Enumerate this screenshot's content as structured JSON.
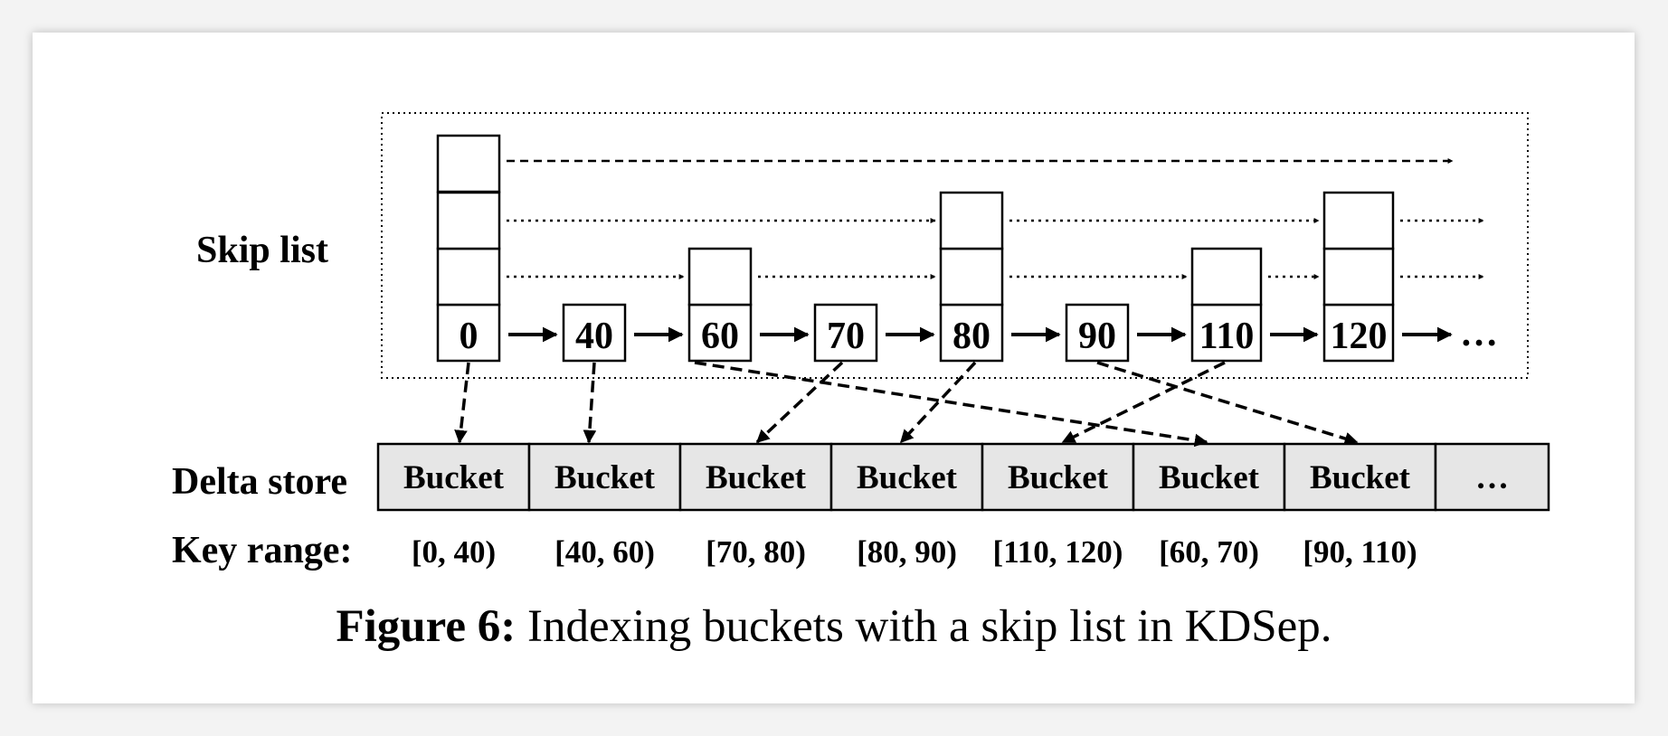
{
  "labels": {
    "skip_list": "Skip list",
    "delta_store": "Delta store",
    "key_range": "Key range:"
  },
  "skip_list": {
    "nodes": [
      {
        "key": "0",
        "height": 4
      },
      {
        "key": "40",
        "height": 1
      },
      {
        "key": "60",
        "height": 2
      },
      {
        "key": "70",
        "height": 1
      },
      {
        "key": "80",
        "height": 3
      },
      {
        "key": "90",
        "height": 1
      },
      {
        "key": "110",
        "height": 2
      },
      {
        "key": "120",
        "height": 3
      }
    ],
    "tail": "…"
  },
  "delta_store": {
    "buckets": [
      {
        "label": "Bucket",
        "range": "[0, 40)"
      },
      {
        "label": "Bucket",
        "range": "[40, 60)"
      },
      {
        "label": "Bucket",
        "range": "[70, 80)"
      },
      {
        "label": "Bucket",
        "range": "[80, 90)"
      },
      {
        "label": "Bucket",
        "range": "[110, 120)"
      },
      {
        "label": "Bucket",
        "range": "[60, 70)"
      },
      {
        "label": "Bucket",
        "range": "[90, 110)"
      }
    ],
    "tail": "…"
  },
  "mapping": [
    {
      "node": "0",
      "bucket": 0
    },
    {
      "node": "40",
      "bucket": 1
    },
    {
      "node": "60",
      "bucket": 5
    },
    {
      "node": "70",
      "bucket": 2
    },
    {
      "node": "80",
      "bucket": 3
    },
    {
      "node": "90",
      "bucket": 6
    },
    {
      "node": "110",
      "bucket": 4
    }
  ],
  "caption": {
    "label": "Figure 6:",
    "text": " Indexing buckets with a skip list in KDSep."
  },
  "colors": {
    "bucket_fill": "#e6e6e6",
    "stroke": "#000000"
  }
}
